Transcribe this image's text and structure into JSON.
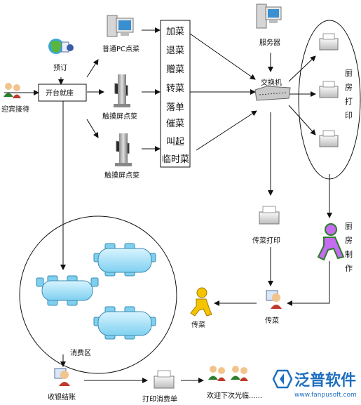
{
  "nodes": {
    "yuding": "预订",
    "yingbin": "迎宾接待",
    "kaitai": "开台就座",
    "pc_order": "普通PC点菜",
    "touch1": "触摸屏点菜",
    "touch2": "触摸屏点菜",
    "server": "服务器",
    "switch": "交换机",
    "chuanchai_print": "传菜打印",
    "kitchen_make": [
      "厨",
      "房",
      "制",
      "作"
    ],
    "kitchen_print": [
      "厨",
      "房",
      "打",
      "印"
    ],
    "chuancai_staff": "传菜",
    "chuancai_walk": "传菜",
    "xiaofeiqu": "消费区",
    "shouyin": "收银结账",
    "print_bill": "打印消费单",
    "welcome": "欢迎下次光临......"
  },
  "commands": [
    "加菜",
    "退菜",
    "赠菜",
    "转菜",
    "落单",
    "催菜",
    "叫起",
    "临时菜"
  ],
  "logo": {
    "name": "泛普软件",
    "url": "www.fanpusoft.com"
  },
  "colors": {
    "logo_blue": "#1e6fc0",
    "person_green": "#a020f0",
    "person_yellow": "#f5c400"
  }
}
